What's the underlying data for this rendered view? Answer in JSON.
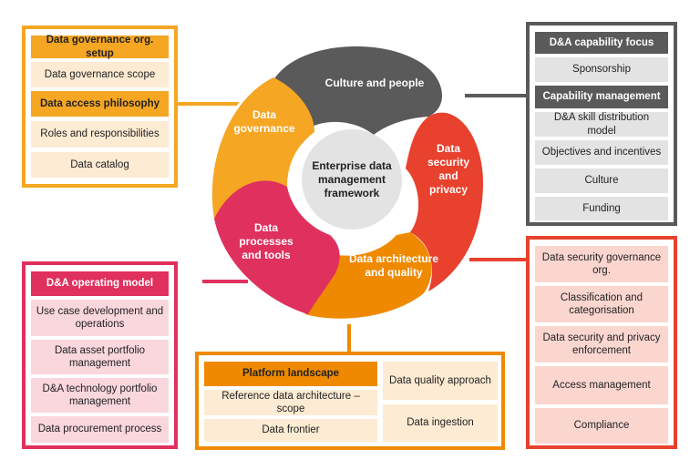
{
  "colors": {
    "orange": "#f5a623",
    "orange_light": "#fdebd3",
    "orange_dark": "#ef8a00",
    "grey_dark": "#5a5a5a",
    "grey_light": "#e3e3e3",
    "red": "#e8412e",
    "red_light": "#fbd6cf",
    "pink": "#e0305e",
    "pink_light": "#fad6dd"
  },
  "center": {
    "line1": "Enterprise data",
    "line2": "management",
    "line3": "framework"
  },
  "wheel": {
    "governance": {
      "line1": "Data",
      "line2": "governance"
    },
    "culture": {
      "line1": "Culture and people"
    },
    "security": {
      "line1": "Data",
      "line2": "security",
      "line3": "and",
      "line4": "privacy"
    },
    "architecture": {
      "line1": "Data architecture",
      "line2": "and quality"
    },
    "processes": {
      "line1": "Data",
      "line2": "processes",
      "line3": "and tools"
    }
  },
  "governance_panel": [
    "Data governance org. setup",
    "Data governance scope",
    "Data access philosophy",
    "Roles and responsibilities",
    "Data catalog"
  ],
  "capability_panel": [
    "D&A capability focus",
    "Sponsorship",
    "Capability management",
    "D&A skill distribution model",
    "Objectives and incentives",
    "Culture",
    "Funding"
  ],
  "operating_panel": [
    "D&A operating model",
    "Use case development and operations",
    "Data asset portfolio management",
    "D&A technology portfolio management",
    "Data procurement process"
  ],
  "platform_panel": {
    "left": [
      "Platform landscape",
      "Reference data architecture – scope",
      "Data frontier"
    ],
    "right": [
      "Data quality approach",
      "Data ingestion"
    ]
  },
  "security_panel": [
    "Data security governance org.",
    "Classification and categorisation",
    "Data security and privacy enforcement",
    "Access management",
    "Compliance"
  ]
}
